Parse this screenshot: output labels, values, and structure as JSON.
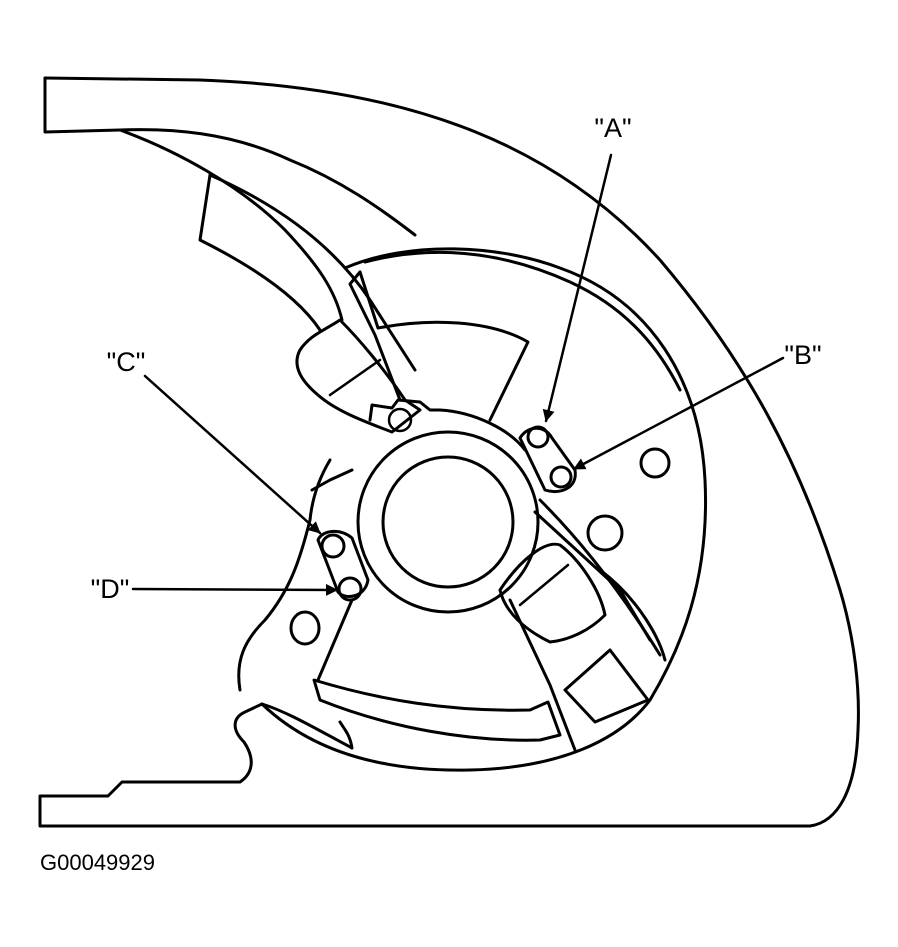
{
  "figure": {
    "id_text": "G00049929",
    "callouts": {
      "a": "\"A\"",
      "b": "\"B\"",
      "c": "\"C\"",
      "d": "\"D\""
    }
  }
}
